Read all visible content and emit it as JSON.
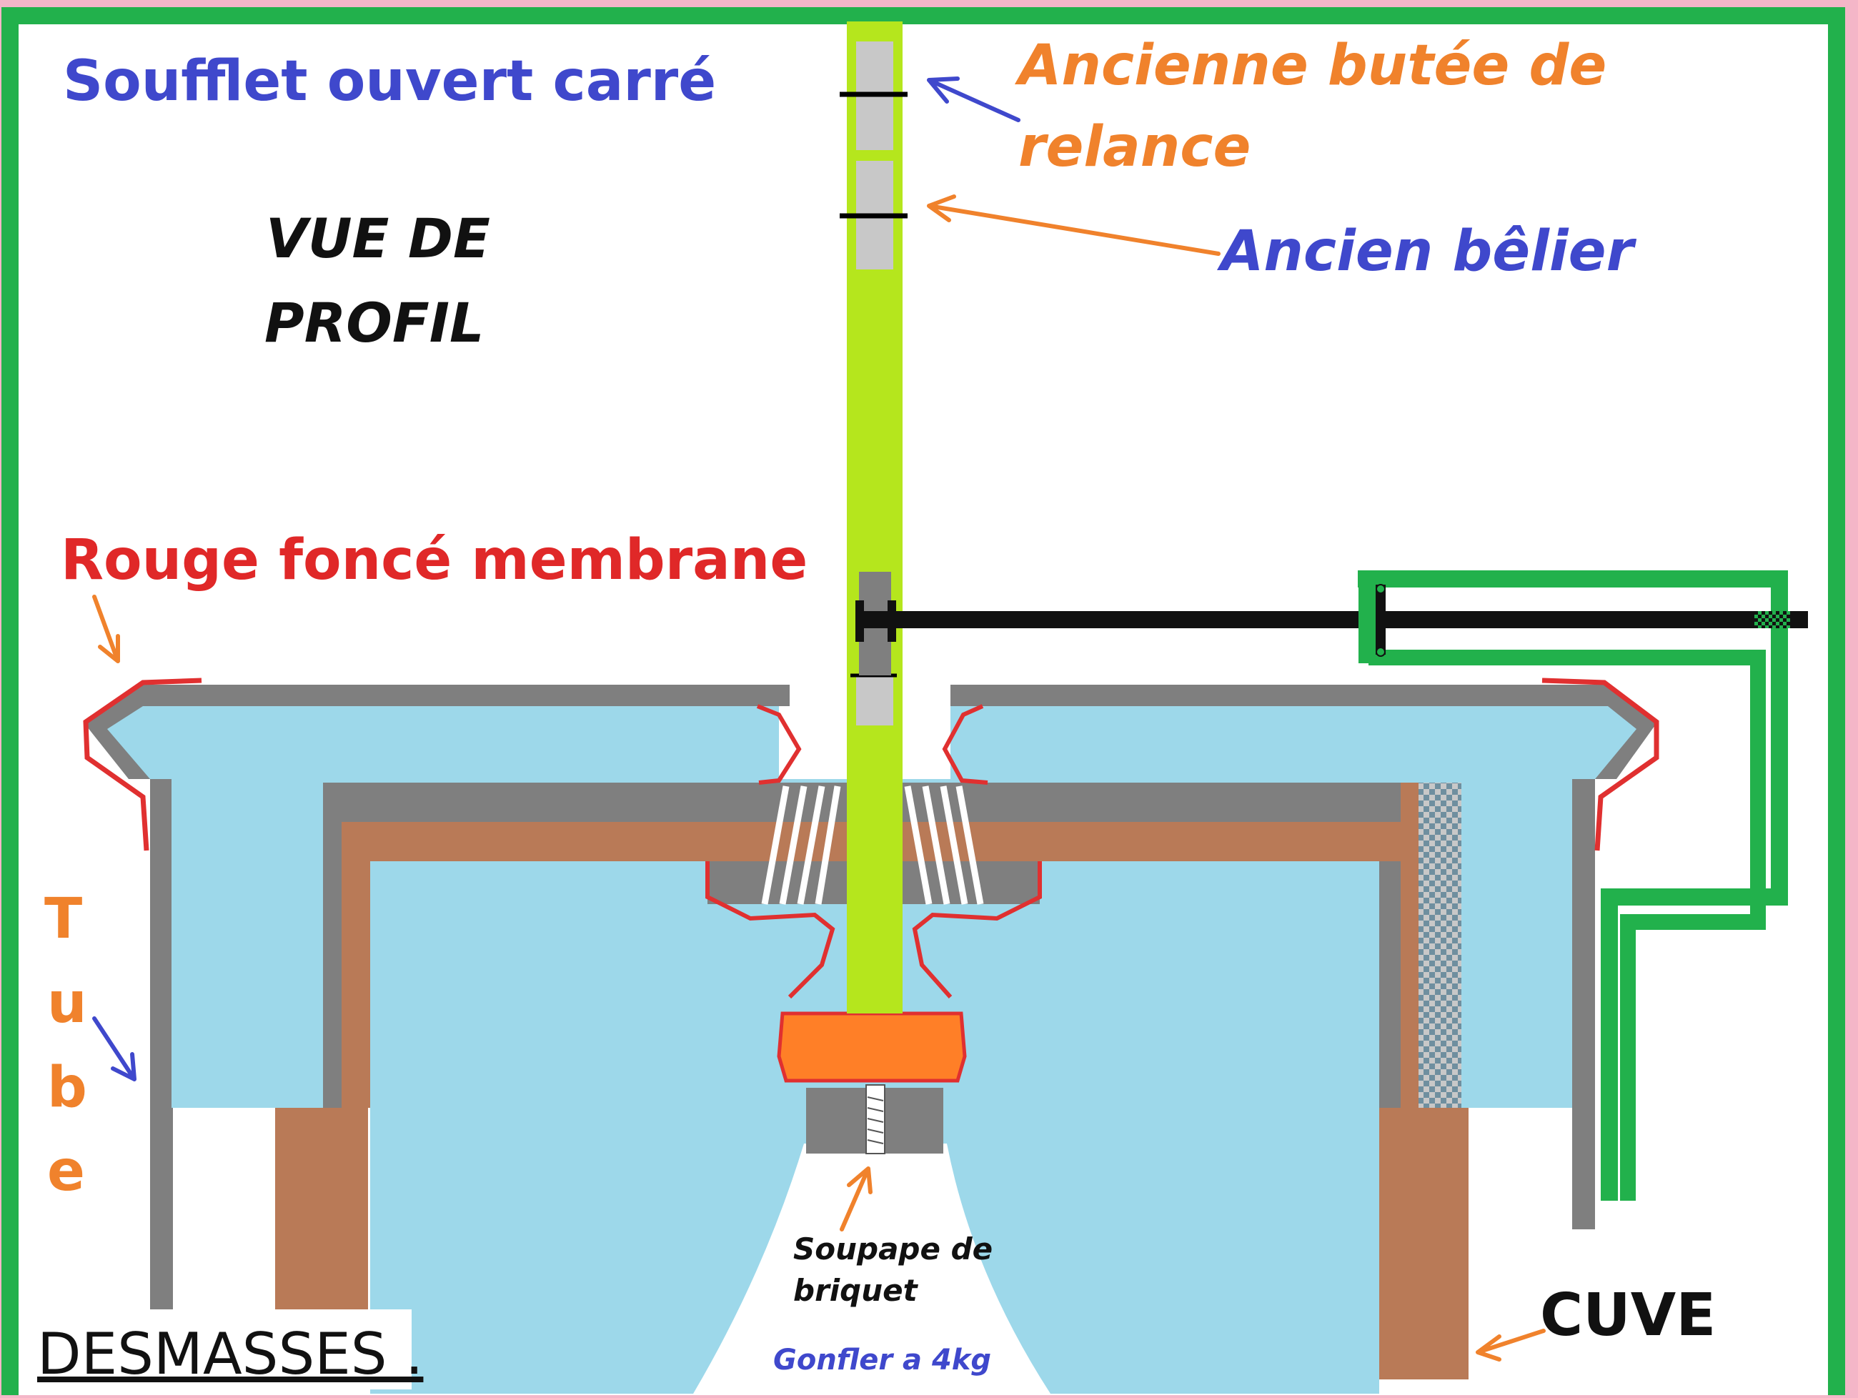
{
  "labels": {
    "title": "Soufflet ouvert carré",
    "view_line1": "VUE DE",
    "view_line2": "PROFIL",
    "old_stop_line1": "Ancienne butée de",
    "old_stop_line2": "relance",
    "old_ram": "Ancien bêlier",
    "membrane": "Rouge foncé membrane",
    "tube": [
      "T",
      "u",
      "b",
      "e"
    ],
    "valve_line1": "Soupape de",
    "valve_line2": "briquet",
    "inflate": "Gonfler a 4kg",
    "tank": "CUVE",
    "author": "DESMASSES ."
  },
  "colors": {
    "frame_green": "#22b14c",
    "rod_green": "#b5e61d",
    "water_blue": "#9dd8ea",
    "steel_gray": "#7f7f7f",
    "wood_brown": "#b97a57",
    "membrane_red": "#e03030",
    "valve_orange": "#ff7f27",
    "blue_text": "#3f48cc",
    "orange_text": "#f0822c",
    "red_text": "#e02828",
    "pink_background": "#f4b6c8"
  }
}
